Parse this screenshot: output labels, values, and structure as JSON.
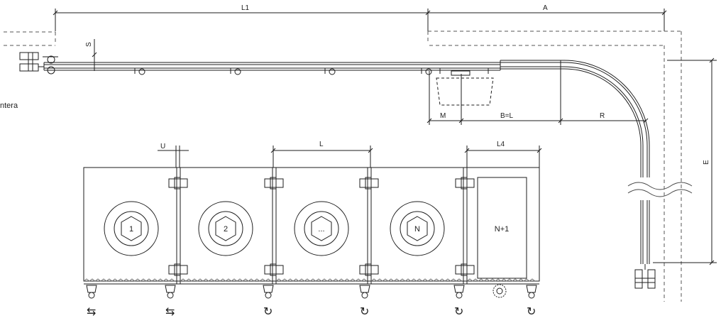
{
  "diagram": {
    "left_caption": "ntera",
    "dimensions": {
      "L1": "L1",
      "A": "A",
      "S": "S",
      "M": "M",
      "B_eq_L": "B=L",
      "R": "R",
      "E": "E",
      "U": "U",
      "L": "L",
      "L4": "L4"
    },
    "panels": [
      {
        "label": "1"
      },
      {
        "label": "2"
      },
      {
        "label": "..."
      },
      {
        "label": "N"
      },
      {
        "label": "N+1"
      }
    ],
    "movement_symbols": [
      "⇆",
      "⇆",
      "↻",
      "↻",
      "↻",
      "↻"
    ]
  }
}
